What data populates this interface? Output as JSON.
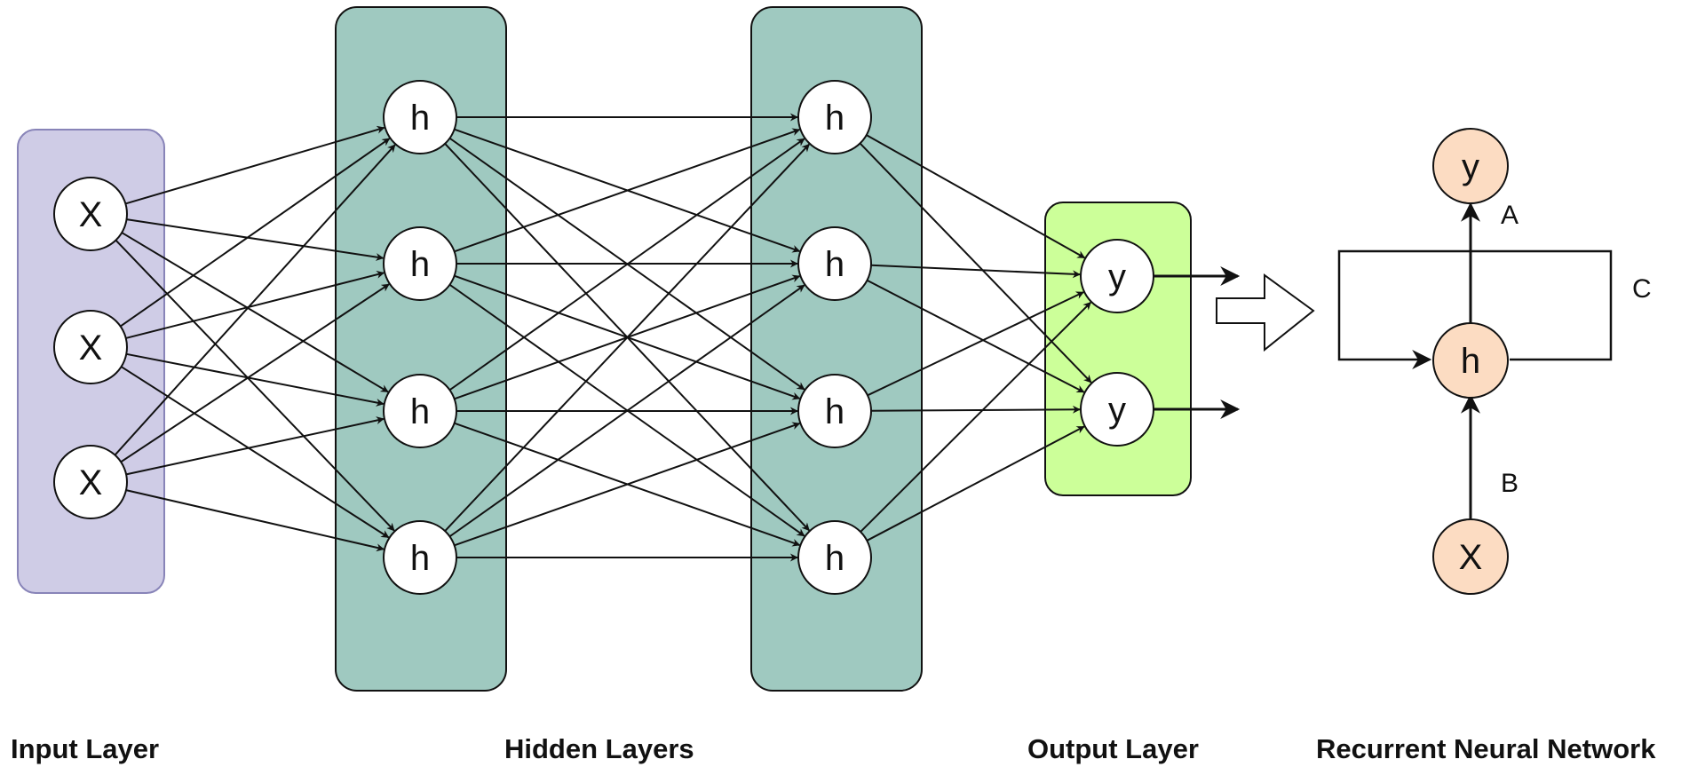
{
  "layers": [
    {
      "id": "input",
      "title": "Input Layer",
      "color": "#cfcce6",
      "node_label": "X",
      "node_count": 3
    },
    {
      "id": "hidden1",
      "title": "Hidden Layers",
      "color": "#9fc9c0",
      "node_label": "h",
      "node_count": 4
    },
    {
      "id": "hidden2",
      "title": "",
      "color": "#9fc9c0",
      "node_label": "h",
      "node_count": 4
    },
    {
      "id": "output",
      "title": "Output Layer",
      "color": "#ccff99",
      "node_label": "y",
      "node_count": 2
    }
  ],
  "rnn": {
    "title": "Recurrent Neural Network",
    "node_color": "#fcdcc2",
    "nodes": {
      "top": "y",
      "middle": "h",
      "bottom": "X"
    },
    "edge_labels": {
      "a": "A",
      "b": "B",
      "c": "C"
    }
  },
  "colors": {
    "stroke": "#111111",
    "node_fill": "#ffffff",
    "layer_border": "#111111",
    "input_border": "#8884b8"
  }
}
